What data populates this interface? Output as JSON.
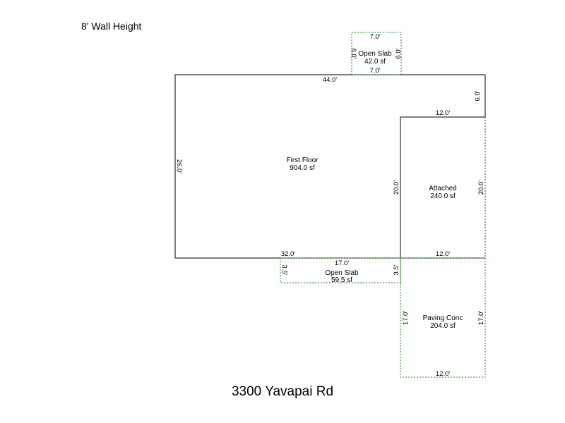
{
  "header": {
    "wall_height": "8' Wall Height"
  },
  "footer": {
    "address": "3300 Yavapai Rd"
  },
  "areas": {
    "first_floor": {
      "name": "First Floor",
      "area": "904.0 sf"
    },
    "attached": {
      "name": "Attached",
      "area": "240.0 sf"
    },
    "open_slab_top": {
      "name": "Open Slab",
      "area": "42.0 sf"
    },
    "open_slab_bottom": {
      "name": "Open Slab",
      "area": "59.5 sf"
    },
    "paving": {
      "name": "Paving Conc",
      "area": "204.0 sf"
    }
  },
  "dims": {
    "first_floor_top": "44.0'",
    "first_floor_left": "26.0'",
    "first_floor_right_upper": "6.0'",
    "first_floor_bottom": "32.0'",
    "first_floor_inner": "20.0'",
    "attached_top": "12.0'",
    "attached_right": "20.0'",
    "attached_bottom": "12.0'",
    "slab_top_top": "7.0'",
    "slab_top_bottom": "7.0'",
    "slab_top_left": "6.0'",
    "slab_top_right": "6.0'",
    "slab_bottom_top": "17.0'",
    "slab_bottom_left": "3.5'",
    "slab_bottom_right": "3.5'",
    "paving_left": "17.0'",
    "paving_right": "17.0'",
    "paving_bottom": "12.0'"
  },
  "colors": {
    "outline": "#000000",
    "open_area": "#1a8a1a",
    "shared_wall": "#2020a0"
  }
}
